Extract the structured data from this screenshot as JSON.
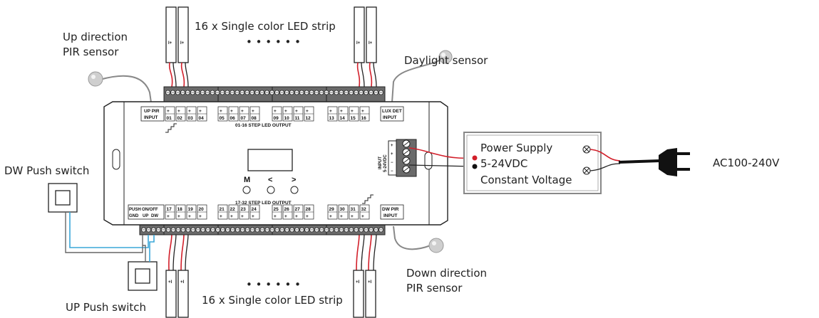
{
  "labels": {
    "up_pir": [
      "Up direction",
      "PIR sensor"
    ],
    "daylight": "Daylight sensor",
    "strip_top": "16 x Single color LED strip",
    "strip_bottom": "16 x Single color LED strip",
    "dots": "• • • • • •",
    "dw_switch": "DW Push switch",
    "up_switch": "UP Push switch",
    "down_pir": [
      "Down direction",
      "PIR sensor"
    ],
    "psu": [
      "Power Supply",
      "5-24VDC",
      "Constant Voltage"
    ],
    "ac": "AC100-240V"
  },
  "controller": {
    "top_left": [
      "UP PIR",
      "INPUT"
    ],
    "top_right": [
      "LUX DET",
      "INPUT"
    ],
    "top_channels": [
      "01",
      "02",
      "03",
      "04",
      "05",
      "06",
      "07",
      "08",
      "09",
      "10",
      "11",
      "12",
      "13",
      "14",
      "15",
      "16"
    ],
    "top_caption": "01-16 STEP LED OUTPUT",
    "bottom_channels": [
      "17",
      "18",
      "19",
      "20",
      "21",
      "22",
      "23",
      "24",
      "25",
      "26",
      "27",
      "28",
      "29",
      "30",
      "31",
      "32"
    ],
    "bottom_caption": "17-32 STEP LED OUTPUT",
    "bottom_left": [
      "PUSH",
      "ON/OFF",
      "GND",
      "UP",
      "DW"
    ],
    "bottom_right": [
      "DW PIR",
      "INPUT"
    ],
    "buttons": [
      "M",
      "<",
      ">"
    ],
    "input_label": [
      "INPUT",
      "5-24VDC"
    ],
    "terminal_signs": [
      "+",
      "+",
      "−",
      "−"
    ]
  }
}
